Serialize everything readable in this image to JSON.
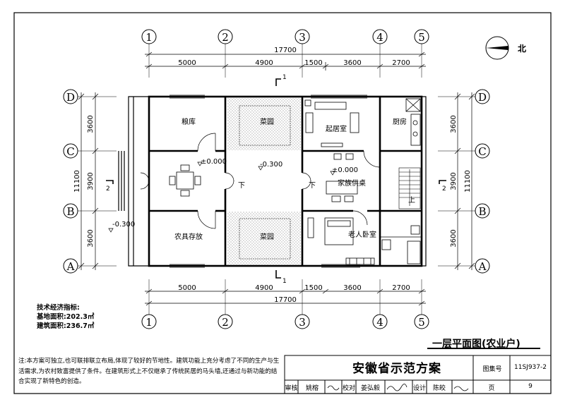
{
  "drawing_title": "一层平面图(农业户)",
  "grid_columns": [
    "1",
    "2",
    "3",
    "4",
    "5"
  ],
  "grid_rows": [
    "D",
    "C",
    "B",
    "A"
  ],
  "dims_top": {
    "total": "17700",
    "segments": [
      "5000",
      "4900",
      "1500",
      "3600",
      "2700"
    ]
  },
  "dims_bottom": {
    "total": "17700",
    "segments": [
      "5000",
      "4900",
      "1500",
      "3600",
      "2700"
    ]
  },
  "dims_side": {
    "total": "11100",
    "segments": [
      "3600",
      "3900",
      "3600"
    ]
  },
  "north_label": "北",
  "section_marks": {
    "top": "1",
    "bottom": "1",
    "left": "2",
    "right": "2"
  },
  "elevations": [
    "±0.000",
    "-0.300",
    "±0.000",
    "-0.300"
  ],
  "rooms": {
    "grain_store": "粮库",
    "vegetable_garden_top": "菜园",
    "living_room": "起居室",
    "kitchen": "厨房",
    "family_dining": "家族供桌",
    "tool_store": "农具存放",
    "vegetable_garden_bottom": "菜园",
    "elder_bedroom": "老人卧室",
    "up": "上",
    "down1": "下",
    "down2": "下"
  },
  "tech": {
    "heading": "技术经济指标:",
    "site_area": "基地面积:202.3㎡",
    "building_area": "建筑面积:236.7㎡"
  },
  "notes": "注:本方案可独立,也可联排联立布局,体现了较好的节地性。建筑功能上充分考虑了不同的生产与生活需求,为农村致富提供了条件。在建筑形式上不仅继承了传统民居的马头墙,还通过与新功能的结合实现了新特色的创造。",
  "title_block": {
    "scheme": "安徽省示范方案",
    "atlas_label": "图集号",
    "atlas_no": "11SJ937-2",
    "review": "审核",
    "reviewer": "姚榕",
    "check": "校对",
    "checker": "姜弘毅",
    "design": "设计",
    "designer": "陈皎",
    "page_label": "页",
    "page_no": "9"
  }
}
